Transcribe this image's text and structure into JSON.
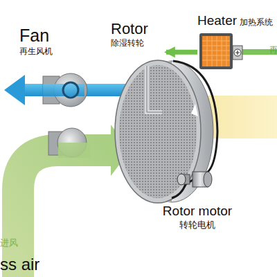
{
  "diagram": {
    "nodes": [
      {
        "text": [
          "Fan",
          "再生风机"
        ]
      },
      {
        "text": [
          "Rotor",
          "除湿转轮"
        ]
      },
      {
        "text": [
          "Heater",
          "加热系统"
        ]
      },
      {
        "text": [
          "Rotor motor",
          "转轮电机"
        ]
      }
    ],
    "edges": [
      {
        "from": 2,
        "to": 1,
        "arrow": "to"
      }
    ],
    "labels": [
      "进风",
      "ss air",
      "再"
    ]
  }
}
